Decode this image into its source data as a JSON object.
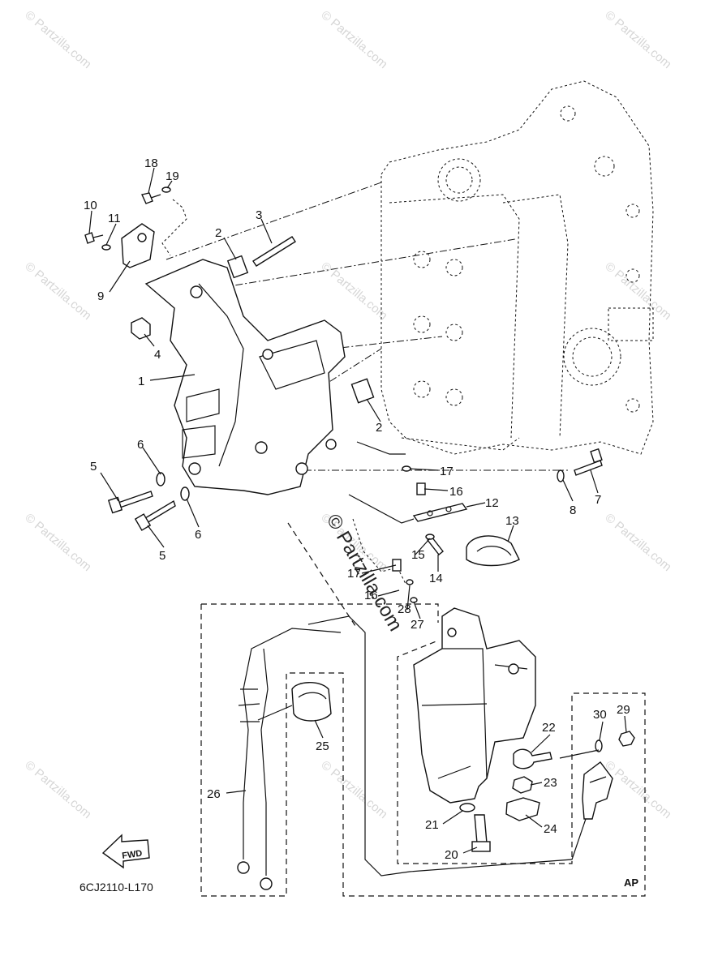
{
  "watermark": "© Partzilla.com",
  "stamp": "© Partzilla.com",
  "diagram_code": "6CJ2110-L170",
  "fwd_label": "FWD",
  "ap_label": "AP",
  "callouts": {
    "c1": "1",
    "c2a": "2",
    "c2b": "2",
    "c3": "3",
    "c4": "4",
    "c5a": "5",
    "c5b": "5",
    "c6a": "6",
    "c6b": "6",
    "c7": "7",
    "c8": "8",
    "c9": "9",
    "c10": "10",
    "c11": "11",
    "c12": "12",
    "c13": "13",
    "c14": "14",
    "c15": "15",
    "c16a": "16",
    "c16b": "16",
    "c17a": "17",
    "c17b": "17",
    "c18": "18",
    "c19": "19",
    "c20": "20",
    "c21": "21",
    "c22": "22",
    "c23": "23",
    "c24": "24",
    "c25": "25",
    "c26": "26",
    "c27": "27",
    "c28": "28",
    "c29": "29",
    "c30": "30"
  }
}
